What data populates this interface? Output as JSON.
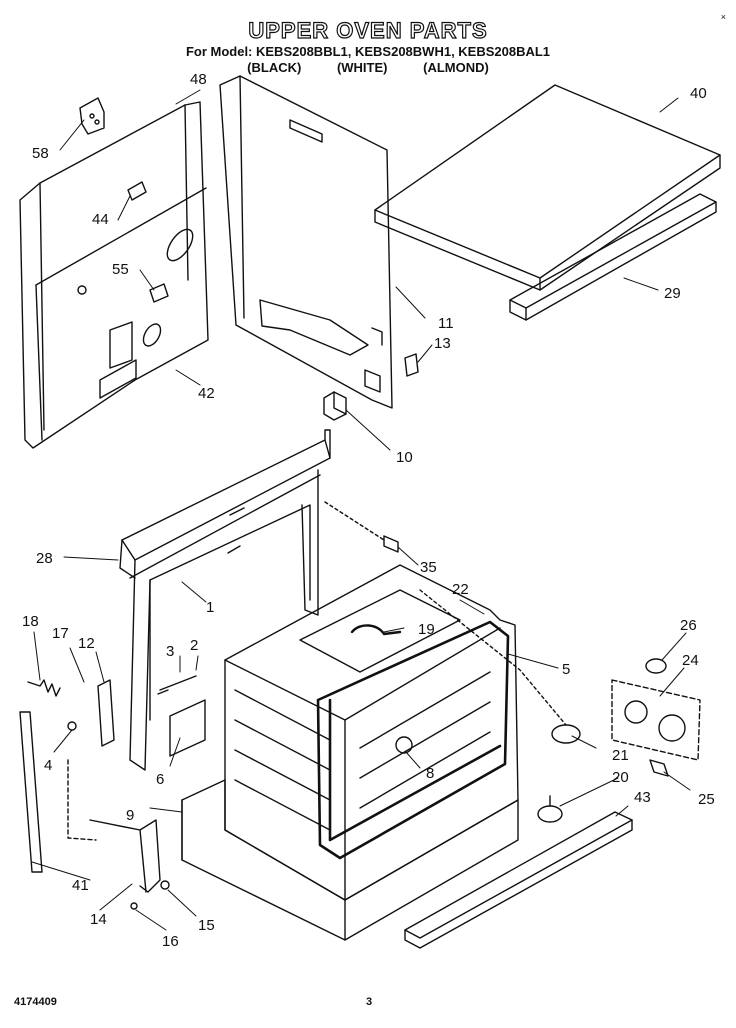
{
  "header": {
    "title": "UPPER OVEN PARTS",
    "model_line": "For Model: KEBS208BBL1, KEBS208BWH1, KEBS208BAL1",
    "colors": [
      "(BLACK)",
      "(WHITE)",
      "(ALMOND)"
    ],
    "corner_mark": "×"
  },
  "footer": {
    "document_id": "4174409",
    "page_number": "3"
  },
  "callouts": {
    "p1": "1",
    "p2": "2",
    "p3": "3",
    "p4": "4",
    "p5": "5",
    "p6": "6",
    "p8": "8",
    "p9": "9",
    "p10": "10",
    "p11": "11",
    "p12": "12",
    "p13": "13",
    "p14": "14",
    "p15": "15",
    "p16": "16",
    "p17": "17",
    "p18": "18",
    "p19": "19",
    "p20": "20",
    "p21": "21",
    "p22": "22",
    "p24": "24",
    "p25": "25",
    "p26": "26",
    "p28": "28",
    "p29": "29",
    "p35": "35",
    "p40": "40",
    "p41": "41",
    "p42": "42",
    "p43": "43",
    "p44": "44",
    "p48": "48",
    "p55": "55",
    "p58": "58"
  }
}
